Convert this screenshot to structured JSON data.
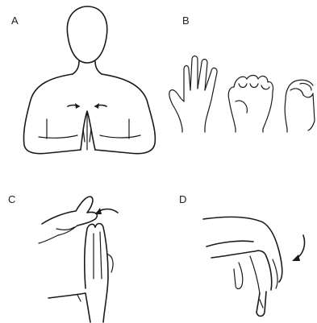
{
  "panels": [
    {
      "id": "a",
      "label": "A"
    },
    {
      "id": "b",
      "label": "B"
    },
    {
      "id": "c",
      "label": "C"
    },
    {
      "id": "d",
      "label": "D"
    }
  ]
}
